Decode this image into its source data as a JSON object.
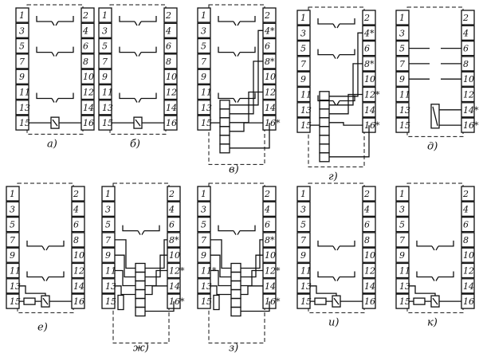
{
  "panels": [
    {
      "caption": "а)",
      "left_pins": [
        "1",
        "3",
        "5",
        "7",
        "9",
        "11",
        "13",
        "15"
      ],
      "right_pins": [
        "2",
        "4",
        "6",
        "8",
        "10",
        "12",
        "14",
        "16"
      ],
      "variant": "a"
    },
    {
      "caption": "б)",
      "left_pins": [
        "1",
        "3",
        "5",
        "7",
        "9",
        "11",
        "13",
        "15"
      ],
      "right_pins": [
        "2",
        "4",
        "6",
        "8",
        "10",
        "12",
        "14",
        "16"
      ],
      "variant": "b"
    },
    {
      "caption": "в)",
      "left_pins": [
        "1",
        "3",
        "5",
        "7",
        "9",
        "11",
        "13",
        "15"
      ],
      "right_pins": [
        "2",
        "4*",
        "6",
        "8*",
        "10",
        "12",
        "14",
        "16*"
      ],
      "variant": "v"
    },
    {
      "caption": "г)",
      "left_pins": [
        "1",
        "3",
        "5",
        "7",
        "9",
        "11",
        "13",
        "15"
      ],
      "right_pins": [
        "2",
        "4*",
        "6",
        "8*",
        "10",
        "12*",
        "14",
        "16*"
      ],
      "variant": "g"
    },
    {
      "caption": "д)",
      "left_pins": [
        "1",
        "3",
        "5",
        "7",
        "9",
        "11",
        "13",
        "15"
      ],
      "right_pins": [
        "2",
        "4",
        "6",
        "8",
        "10",
        "12",
        "14*",
        "16*"
      ],
      "variant": "d"
    },
    {
      "caption": "е)",
      "left_pins": [
        "1",
        "3",
        "5",
        "7",
        "9",
        "11",
        "13",
        "15"
      ],
      "right_pins": [
        "2",
        "4",
        "6",
        "8",
        "10",
        "12",
        "14",
        "16"
      ],
      "variant": "e"
    },
    {
      "caption": "ж)",
      "left_pins": [
        "1",
        "3",
        "5",
        "7",
        "9",
        "11",
        "13",
        "15"
      ],
      "right_pins": [
        "2",
        "4",
        "6",
        "8*",
        "10",
        "12*",
        "14",
        "16*"
      ],
      "variant": "zh"
    },
    {
      "caption": "з)",
      "left_pins": [
        "1",
        "3",
        "5",
        "7",
        "9",
        "11*",
        "13",
        "15"
      ],
      "right_pins": [
        "2",
        "4",
        "6",
        "8*",
        "10",
        "12*",
        "14",
        "16*"
      ],
      "variant": "z"
    },
    {
      "caption": "и)",
      "left_pins": [
        "1",
        "3",
        "5",
        "7",
        "9",
        "11",
        "13",
        "15"
      ],
      "right_pins": [
        "2",
        "4",
        "6",
        "8",
        "10",
        "12",
        "14",
        "16"
      ],
      "variant": "i"
    },
    {
      "caption": "к)",
      "left_pins": [
        "1",
        "3",
        "5",
        "7",
        "9",
        "11",
        "13",
        "15"
      ],
      "right_pins": [
        "2",
        "4",
        "6",
        "8",
        "10",
        "12",
        "14",
        "16"
      ],
      "variant": "k"
    }
  ]
}
